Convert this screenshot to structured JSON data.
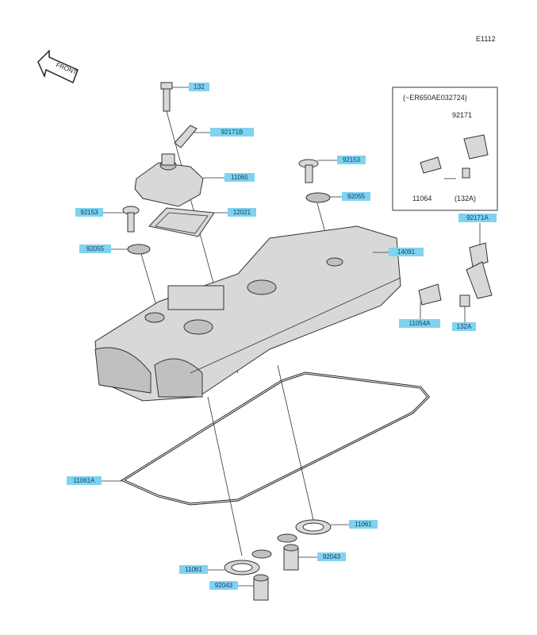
{
  "diagram_code": "E1112",
  "front_arrow": {
    "label": "FRONT",
    "icon": "front-arrow-icon"
  },
  "inset": {
    "title": "(~ER650AE032724)",
    "parts": [
      "92171",
      "11064",
      "(132A)"
    ]
  },
  "labels": [
    "132",
    "92171B",
    "11065",
    "92153",
    "92055",
    "12021",
    "92153",
    "92055",
    "14091",
    "92171A",
    "11054A",
    "132A",
    "11061A",
    "11061",
    "92043",
    "11061",
    "92043"
  ],
  "colors": {
    "label_fill": "#7fd3ef",
    "label_text": "#1a3a6a",
    "line": "#333333",
    "part_fill": "#d8d8d8"
  }
}
